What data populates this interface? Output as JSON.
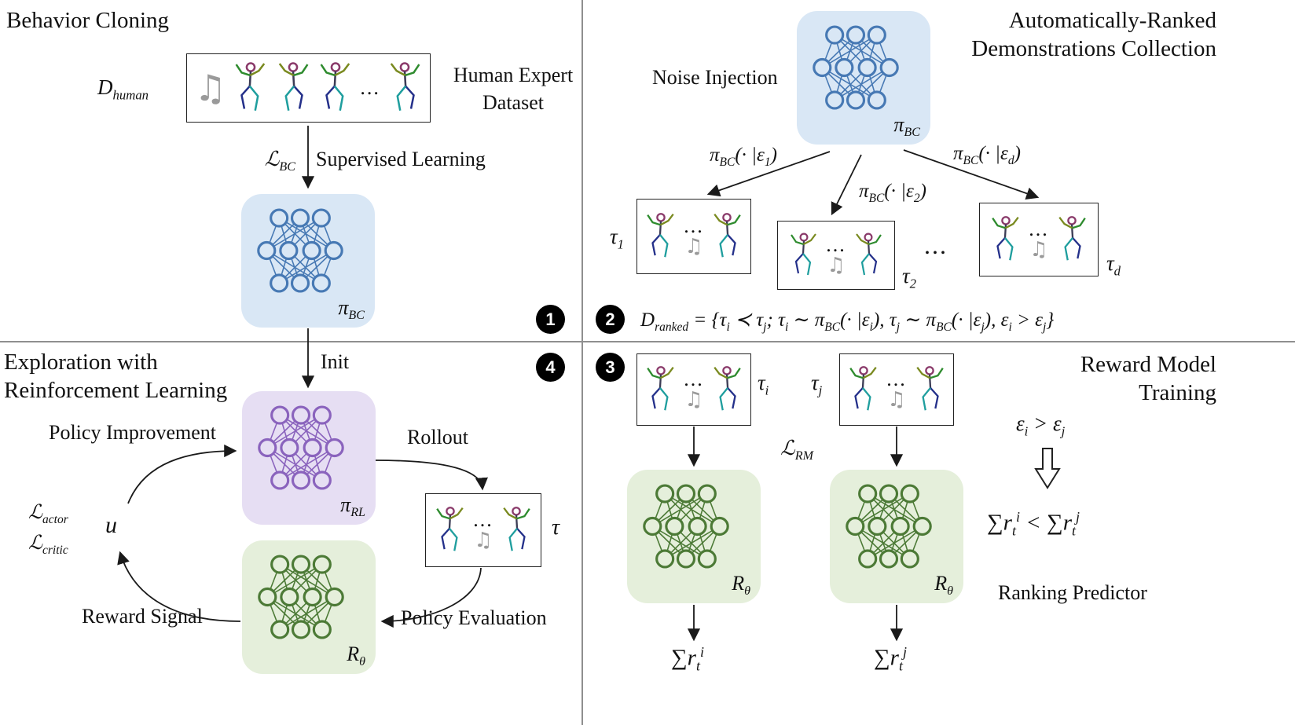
{
  "icons": {
    "music_note": "♫",
    "ellipsis": "...",
    "dancer": "stick-figure-dancer",
    "neural_network": "mlp-network",
    "hollow_down_arrow": "outlined-down-block-arrow"
  },
  "badges": {
    "one": "1",
    "two": "2",
    "three": "3",
    "four": "4"
  },
  "behavior_cloning": {
    "title": "Behavior Cloning",
    "dataset_symbol": "D_{human}",
    "dataset_caption": [
      "Human Expert",
      "Dataset"
    ],
    "loss_label": "ℒ_{BC}",
    "supervised_label": "Supervised Learning",
    "policy_label": "π_{BC}",
    "init_label": "Init"
  },
  "demonstrations_collection": {
    "title": [
      "Automatically-Ranked",
      "Demonstrations Collection"
    ],
    "noise_injection": "Noise Injection",
    "policy_label": "π_{BC}",
    "branch_left": "π_{BC}(· |ε_{1})",
    "branch_mid": "π_{BC}(· |ε_{2})",
    "branch_right": "π_{BC}(· |ε_{d})",
    "traj_1": "τ_{1}",
    "traj_2": "τ_{2}",
    "traj_d": "τ_{d}",
    "ranked_formula": "D_{ranked} = {τ_{i} ≺ τ_{j}; τ_{i} ∼ π_{BC}(· |ε_{i}), τ_{j} ∼ π_{BC}(· |ε_{j}), ε_{i} > ε_{j}}"
  },
  "exploration_rl": {
    "title": [
      "Exploration with",
      "Reinforcement Learning"
    ],
    "policy_improvement": "Policy Improvement",
    "rollout": "Rollout",
    "policy_evaluation": "Policy Evaluation",
    "reward_signal": "Reward Signal",
    "actor_loss": "ℒ_{actor}",
    "critic_loss": "ℒ_{critic}",
    "u_label": "u",
    "policy_label": "π_{RL}",
    "reward_model_label": "R_{θ}",
    "traj_label": "τ"
  },
  "reward_model_training": {
    "title": [
      "Reward Model",
      "Training"
    ],
    "traj_i": "τ_{i}",
    "traj_j": "τ_{j}",
    "rm_loss": "ℒ_{RM}",
    "reward_model_label": "R_{θ}",
    "sum_i": "∑r_{t}^{i}",
    "sum_j": "∑r_{t}^{j}",
    "epsilon_condition": "ε_{i} > ε_{j}",
    "return_inequality": "∑r_{t}^{i} < ∑r_{t}^{j}",
    "ranking_predictor": "Ranking Predictor"
  },
  "colors": {
    "bc_policy_fill": "#d9e7f5",
    "bc_policy_stroke": "#4779b4",
    "rl_policy_fill": "#e6def3",
    "rl_policy_stroke": "#8a63bd",
    "reward_fill": "#e5efdb",
    "reward_stroke": "#4c7a36",
    "note_gray": "#9a9a9a",
    "divider_gray": "#8f8f8f"
  }
}
